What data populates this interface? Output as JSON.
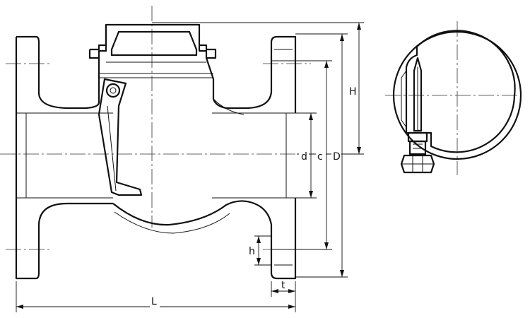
{
  "labels": {
    "d": "d",
    "c": "c",
    "D": "D",
    "H": "H",
    "h": "h",
    "t": "t",
    "L": "L"
  }
}
